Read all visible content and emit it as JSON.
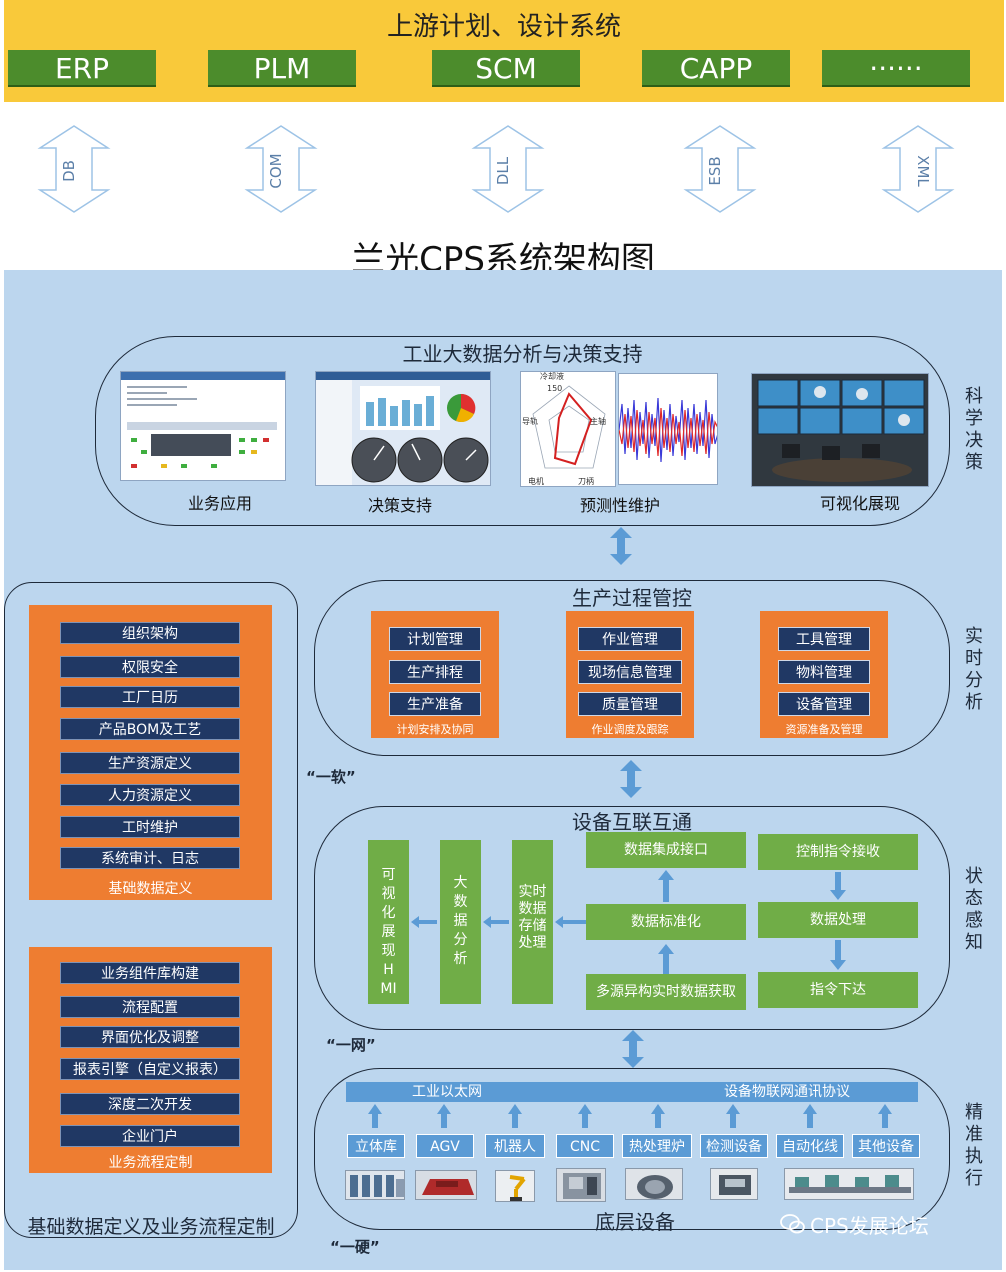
{
  "upstream": {
    "title": "上游计划、设计系统",
    "systems": [
      "ERP",
      "PLM",
      "SCM",
      "CAPP",
      "······"
    ],
    "interfaces": [
      "DB",
      "COM",
      "DLL",
      "ESB",
      "XML"
    ]
  },
  "main_title": "兰光CPS系统架构图",
  "decision": {
    "title": "工业大数据分析与决策支持",
    "side_label": "科学决策",
    "items": [
      "业务应用",
      "决策支持",
      "预测性维护",
      "可视化展现"
    ],
    "radar_labels": [
      "冷却液",
      "主轴",
      "刀柄",
      "电机",
      "导轨"
    ],
    "radar_tick": "150"
  },
  "production": {
    "title": "生产过程管控",
    "side_label": "实时分析",
    "groups": [
      {
        "items": [
          "计划管理",
          "生产排程",
          "生产准备"
        ],
        "label": "计划安排及协同"
      },
      {
        "items": [
          "作业管理",
          "现场信息管理",
          "质量管理"
        ],
        "label": "作业调度及跟踪"
      },
      {
        "items": [
          "工具管理",
          "物料管理",
          "设备管理"
        ],
        "label": "资源准备及管理"
      }
    ]
  },
  "soft_label": "“一软”",
  "interconnect": {
    "title": "设备互联互通",
    "side_label": "状态感知",
    "vertical_boxes": [
      "可视化展现HMI",
      "大数据分析",
      "实时数据存储处理"
    ],
    "mid_boxes": [
      "数据集成接口",
      "数据标准化",
      "多源异构实时数据获取"
    ],
    "right_boxes": [
      "控制指令接收",
      "数据处理",
      "指令下达"
    ]
  },
  "net_label": "“一网”",
  "execution": {
    "side_label": "精准执行",
    "network_left": "工业以太网",
    "network_right": "设备物联网通讯协议",
    "devices": [
      "立体库",
      "AGV",
      "机器人",
      "CNC",
      "热处理炉",
      "检测设备",
      "自动化线",
      "其他设备"
    ],
    "title": "底层设备"
  },
  "hard_label": "“一硬”",
  "left_panel": {
    "title": "基础数据定义及业务流程定制",
    "basic": {
      "items": [
        "组织架构",
        "权限安全",
        "工厂日历",
        "产品BOM及工艺",
        "生产资源定义",
        "人力资源定义",
        "工时维护",
        "系统审计、日志"
      ],
      "label": "基础数据定义"
    },
    "flow": {
      "items": [
        "业务组件库构建",
        "流程配置",
        "界面优化及调整",
        "报表引擎（自定义报表）",
        "深度二次开发",
        "企业门户"
      ],
      "label": "业务流程定制"
    }
  },
  "watermark": "CPS发展论坛",
  "colors": {
    "upstream_band": "#f9c93a",
    "system_green": "#4c8c2c",
    "main_bg": "#bcd6ee",
    "orange": "#ee7d31",
    "navy": "#203864",
    "green": "#70ad47",
    "arrow_blue": "#5b9bd5"
  }
}
